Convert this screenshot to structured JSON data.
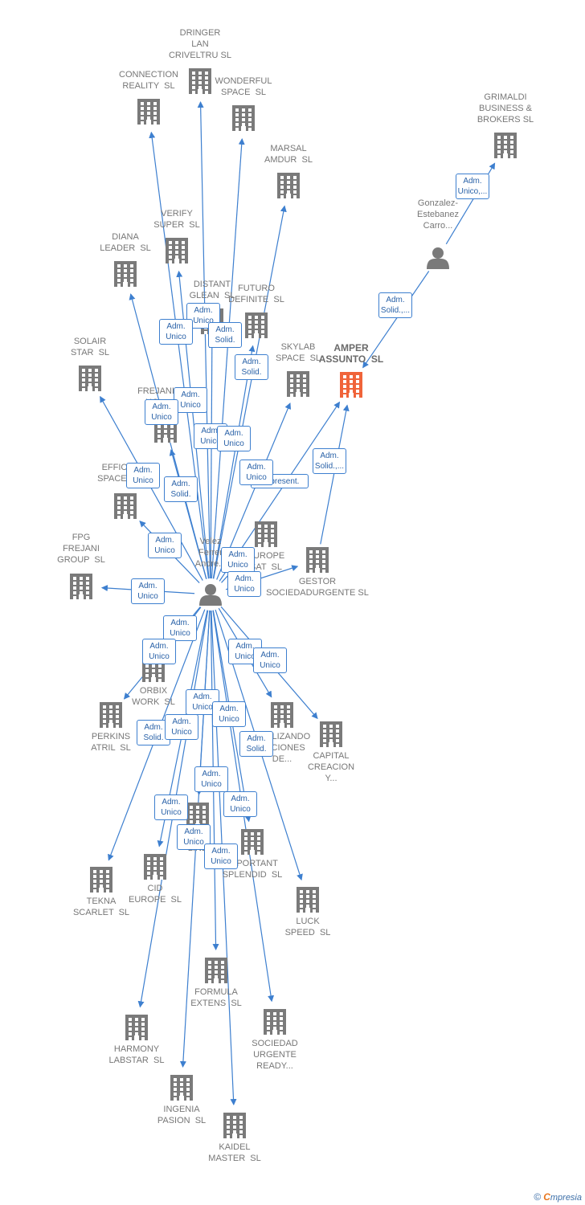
{
  "colors": {
    "edge": "#3d7fcf",
    "company": "#7a7a7a",
    "focus": "#f0643a",
    "person": "#7a7a7a"
  },
  "focus": {
    "label": "AMPER\nASSUNTO  SL"
  },
  "persons": [
    {
      "id": "gonzalez",
      "label": "Gonzalez-\nEstebanez\nCarro..."
    },
    {
      "id": "velez",
      "label": "Velez\nFerrer\nAndre..."
    }
  ],
  "companies": [
    {
      "id": "dringer",
      "label": "DRINGER\nLAN\nCRIVELTRU SL"
    },
    {
      "id": "connection",
      "label": "CONNECTION\nREALITY  SL"
    },
    {
      "id": "wonderful",
      "label": "WONDERFUL\nSPACE  SL"
    },
    {
      "id": "grimaldi",
      "label": "GRIMALDI\nBUSINESS &\nBROKERS SL"
    },
    {
      "id": "marsal",
      "label": "MARSAL\nAMDUR  SL"
    },
    {
      "id": "verify",
      "label": "VERIFY\nSUPER  SL"
    },
    {
      "id": "diana",
      "label": "DIANA\nLEADER  SL"
    },
    {
      "id": "distant",
      "label": "DISTANT\nGLEAN  SL"
    },
    {
      "id": "futuro",
      "label": "FUTURO\nDEFINITE  SL"
    },
    {
      "id": "skylab",
      "label": "SKYLAB\nSPACE  SL"
    },
    {
      "id": "solair",
      "label": "SOLAIR\nSTAR  SL"
    },
    {
      "id": "frejani_ho",
      "label": "FREJANI\nHO..."
    },
    {
      "id": "effici",
      "label": "EFFICI\nSPACE..."
    },
    {
      "id": "europe_sat",
      "label": "EUROPE\nSAT  SL"
    },
    {
      "id": "gestor",
      "label": "GESTOR\nSOCIEDADURGENTE SL"
    },
    {
      "id": "fpg",
      "label": "FPG\nFREJANI\nGROUP  SL"
    },
    {
      "id": "orbix",
      "label": "ORBIX\nWORK  SL"
    },
    {
      "id": "perkins",
      "label": "PERKINS\nATRIL  SL"
    },
    {
      "id": "realizando",
      "label": "REALIZANDO\nACCIONES\nDE..."
    },
    {
      "id": "capital",
      "label": "CAPITAL\nCREACION\nY..."
    },
    {
      "id": "digit",
      "label": "DIGIT\nLINE"
    },
    {
      "id": "important",
      "label": "IMPORTANT\nSPLENDID  SL"
    },
    {
      "id": "tekna",
      "label": "TEKNA\nSCARLET  SL"
    },
    {
      "id": "cid",
      "label": "CID\nEUROPE  SL"
    },
    {
      "id": "luck",
      "label": "LUCK\nSPEED  SL"
    },
    {
      "id": "formula",
      "label": "FORMULA\nEXTENS  SL"
    },
    {
      "id": "harmony",
      "label": "HARMONY\nLABSTAR  SL"
    },
    {
      "id": "sociedad",
      "label": "SOCIEDAD\nURGENTE\nREADY..."
    },
    {
      "id": "ingenia",
      "label": "INGENIA\nPASION  SL"
    },
    {
      "id": "kaidel",
      "label": "KAIDEL\nMASTER  SL"
    }
  ],
  "relations": [
    {
      "from": "gonzalez",
      "to": "grimaldi",
      "label": "Adm.\nUnico,..."
    },
    {
      "from": "gonzalez",
      "to": "focus",
      "label": "Adm.\nSolid.,..."
    },
    {
      "from": "gestor",
      "to": "focus",
      "label": "Adm.\nSolid.,..."
    },
    {
      "from": "velez",
      "to": "focus",
      "label": "Represent."
    },
    {
      "from": "velez",
      "to": "distant",
      "label": "Adm.\nUnico"
    },
    {
      "from": "velez",
      "to": "futuro",
      "label": "Adm.\nSolid."
    },
    {
      "from": "velez",
      "to": "verify",
      "label": "Adm.\nUnico"
    },
    {
      "from": "velez",
      "to": "marsal",
      "label": "Adm.\nSolid."
    },
    {
      "from": "velez",
      "to": "frejani_ho",
      "label": "Adm.\nUnico"
    },
    {
      "from": "velez",
      "to": "diana",
      "label": "Adm.\nUnico"
    },
    {
      "from": "velez",
      "to": "connection",
      "label": "Adm.\nUnico"
    },
    {
      "from": "velez",
      "to": "dringer",
      "label": "Adm.\nUnico"
    },
    {
      "from": "velez",
      "to": "wonderful",
      "label": "Adm.\nUnico"
    },
    {
      "from": "velez",
      "to": "skylab",
      "label": "Adm.\nUnico"
    },
    {
      "from": "velez",
      "to": "solair",
      "label": "Adm.\nSolid."
    },
    {
      "from": "velez",
      "to": "effici",
      "label": "Adm.\nUnico"
    },
    {
      "from": "velez",
      "to": "europe_sat",
      "label": "Adm.\nUnico"
    },
    {
      "from": "velez",
      "to": "fpg",
      "label": "Adm.\nUnico"
    },
    {
      "from": "velez",
      "to": "gestor",
      "label": "Adm.\nUnico"
    },
    {
      "from": "velez",
      "to": "orbix",
      "label": "Adm.\nUnico"
    },
    {
      "from": "velez",
      "to": "perkins",
      "label": "Adm.\nSolid."
    },
    {
      "from": "velez",
      "to": "realizando",
      "label": "Adm.\nUnico"
    },
    {
      "from": "velez",
      "to": "capital",
      "label": "Adm.\nUnico"
    },
    {
      "from": "velez",
      "to": "digit",
      "label": "Adm.\nUnico"
    },
    {
      "from": "velez",
      "to": "important",
      "label": "Adm.\nUnico"
    },
    {
      "from": "velez",
      "to": "tekna",
      "label": "Adm.\nSolid."
    },
    {
      "from": "velez",
      "to": "cid",
      "label": "Adm.\nUnico"
    },
    {
      "from": "velez",
      "to": "luck",
      "label": "Adm.\nUnico"
    },
    {
      "from": "velez",
      "to": "formula",
      "label": "Adm.\nUnico"
    },
    {
      "from": "velez",
      "to": "harmony",
      "label": "Adm.\nUnico"
    },
    {
      "from": "velez",
      "to": "sociedad",
      "label": "Adm.\nUnico"
    },
    {
      "from": "velez",
      "to": "ingenia",
      "label": "Adm.\nUnico"
    },
    {
      "from": "velez",
      "to": "kaidel",
      "label": "Adm.\nUnico"
    }
  ],
  "footer": {
    "copyright": "©",
    "brand_initial": "C",
    "brand_rest": "mpresia"
  }
}
